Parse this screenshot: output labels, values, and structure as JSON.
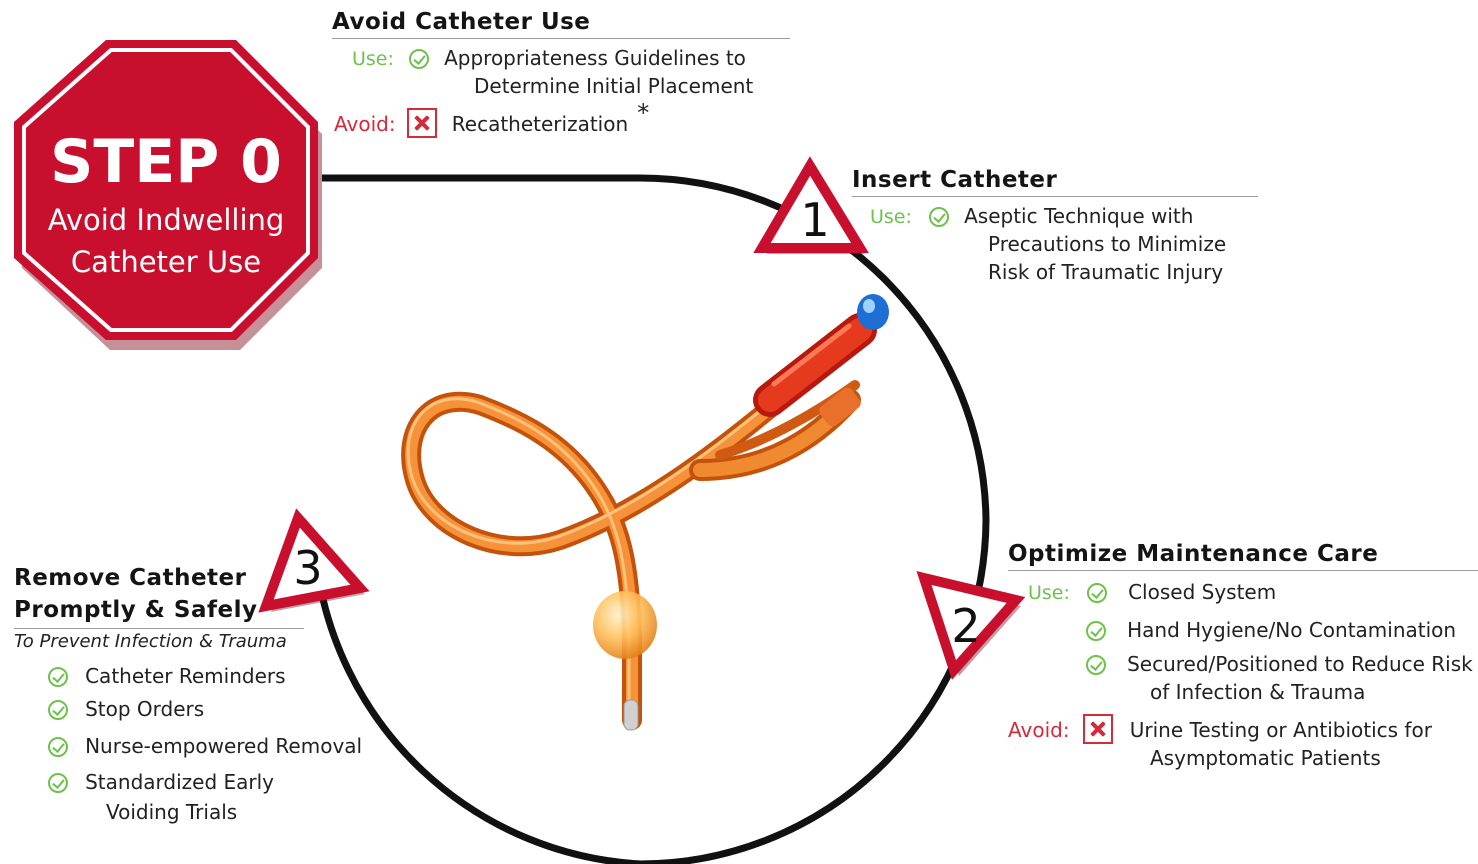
{
  "stop_sign": {
    "title": "STEP 0",
    "line1": "Avoid Indwelling",
    "line2": "Catheter Use",
    "color": "#c8102e"
  },
  "avoid_use": {
    "heading": "Avoid Catheter Use",
    "use_label": "Use:",
    "use_line1": "Appropriateness Guidelines to",
    "use_line2": "Determine Initial Placement",
    "avoid_label": "Avoid:",
    "avoid_text": "Recatheterization",
    "asterisk": "*"
  },
  "insert": {
    "number": "1",
    "heading": "Insert Catheter",
    "use_label": "Use:",
    "line1": "Aseptic Technique with",
    "line2": "Precautions to Minimize",
    "line3": "Risk of Traumatic Injury"
  },
  "maintenance": {
    "number": "2",
    "heading": "Optimize Maintenance Care",
    "use_label": "Use:",
    "item1": "Closed System",
    "item2": "Hand Hygiene/No Contamination",
    "item3_line1": "Secured/Positioned to Reduce Risk",
    "item3_line2": "of Infection & Trauma",
    "avoid_label": "Avoid:",
    "avoid_line1": "Urine Testing or Antibiotics for",
    "avoid_line2": "Asymptomatic Patients"
  },
  "remove": {
    "number": "3",
    "heading_line1": "Remove Catheter",
    "heading_line2": "Promptly & Safely",
    "subtitle": "To Prevent Infection & Trauma",
    "item1": "Catheter Reminders",
    "item2": "Stop Orders",
    "item3": "Nurse-empowered Removal",
    "item4_line1": "Standardized Early",
    "item4_line2": "Voiding Trials"
  },
  "colors": {
    "red": "#c8102e",
    "green": "#6cc24a",
    "catheter_orange": "#f07a1e"
  },
  "icons": [
    "check-circle-icon",
    "x-box-icon",
    "catheter-illustration"
  ]
}
